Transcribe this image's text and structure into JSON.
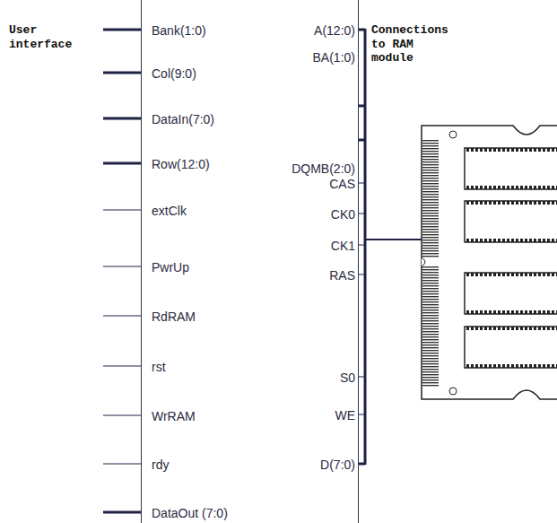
{
  "diagram": {
    "nodes": [
      {
        "text": [
          "Bank(1:0)",
          "Col(9:0)",
          "DataIn(7:0)",
          "Row(12:0)",
          "extClk",
          "PwrUp",
          "RdRAM",
          "rst",
          "WrRAM",
          "rdy",
          "DataOut (7:0)",
          "A(12:0)",
          "BA(1:0)",
          "DQMB(2:0)",
          "CAS",
          "CK0",
          "CK1",
          "RAS",
          "S0",
          "WE",
          "D(7:0)"
        ]
      }
    ],
    "labels": [
      "User interface",
      "Connections to RAM module"
    ]
  }
}
